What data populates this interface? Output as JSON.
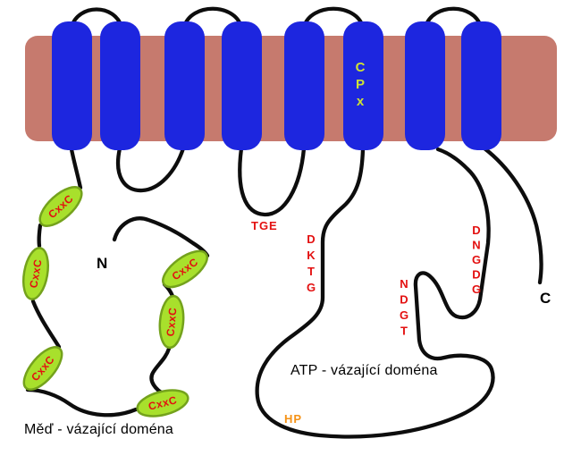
{
  "labels": {
    "n_terminus": "N",
    "c_terminus": "C",
    "cpx_motif": "CPx",
    "tge_motif": "TGE",
    "dktg_motif": "DKTG",
    "ndgt_motif": "NDGT",
    "dngdg_motif": "DNGDG",
    "hp_motif": "HP",
    "cxxc_motif": "CxxC",
    "atp_domain": "ATP - vázající doména",
    "copper_domain": "Měď - vázající doména"
  },
  "structure": {
    "transmembrane_helix_count": 8,
    "copper_binding_motif_count": 6
  },
  "colors": {
    "membrane": "#c67a6e",
    "helix": "#1d26df",
    "motif_oval": "#a8e02c",
    "motif_oval_outline": "#74a21c",
    "motif_text": "#e31010",
    "cpx_text": "#cde234",
    "hp_text": "#f59216",
    "backbone": "#0d0d0d",
    "background": "#ffffff"
  }
}
